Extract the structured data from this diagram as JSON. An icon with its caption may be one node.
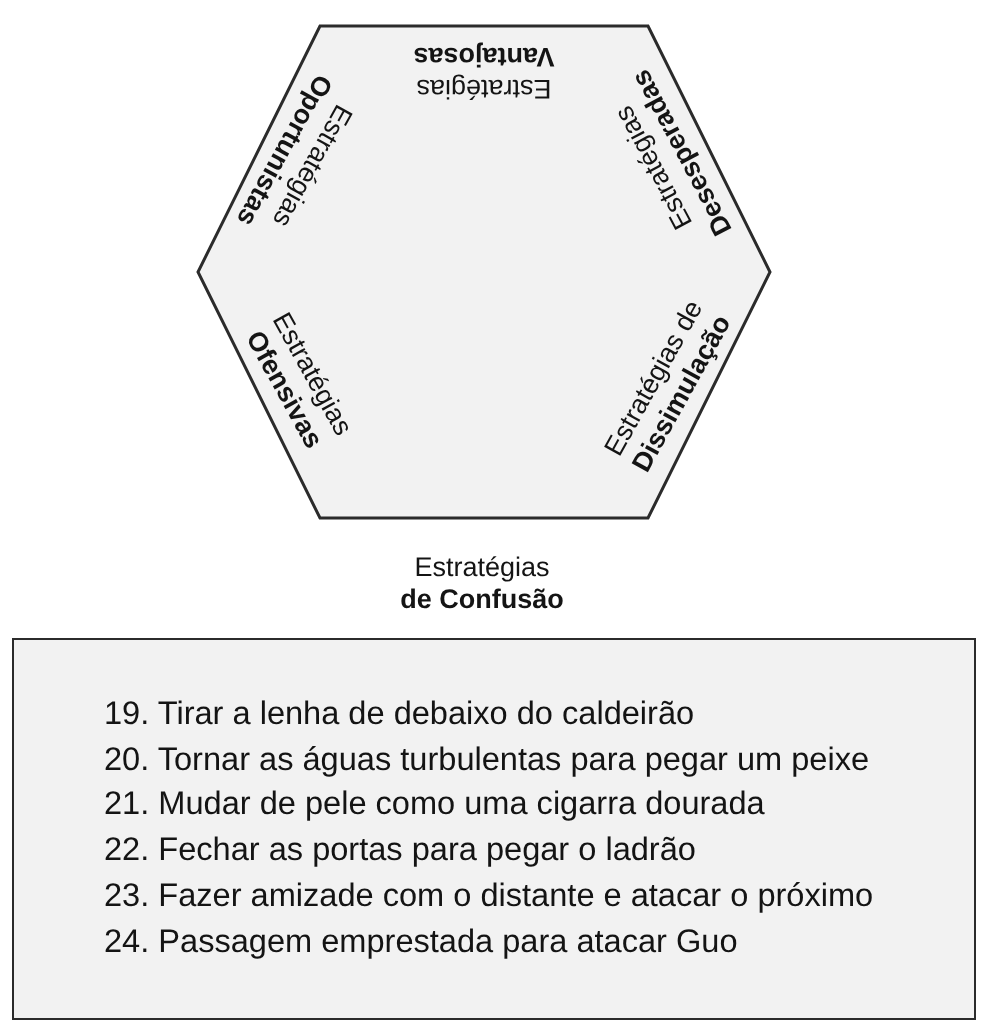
{
  "diagram": {
    "nodes": [
      {
        "text": [
          "Estratégias **Vantajosas**",
          "Estratégias **Desesperadas**",
          "Estratégias de **Dissimulação**",
          "Estratégias **de Confusão**",
          "Estratégias **Ofensivas**",
          "Estratégias **Oportunistas**"
        ]
      },
      {
        "text": [
          "19. Tirar a lenha de debaixo do caldeirão",
          "20. Tornar as águas turbulentas para pegar um peixe",
          "21. Mudar de pele como uma cigarra dourada",
          "22. Fechar as portas para pegar o ladrão",
          "23. Fazer amizade com o distante e atacar o próximo",
          "24. Passagem emprestada para atacar Guo"
        ]
      }
    ]
  }
}
